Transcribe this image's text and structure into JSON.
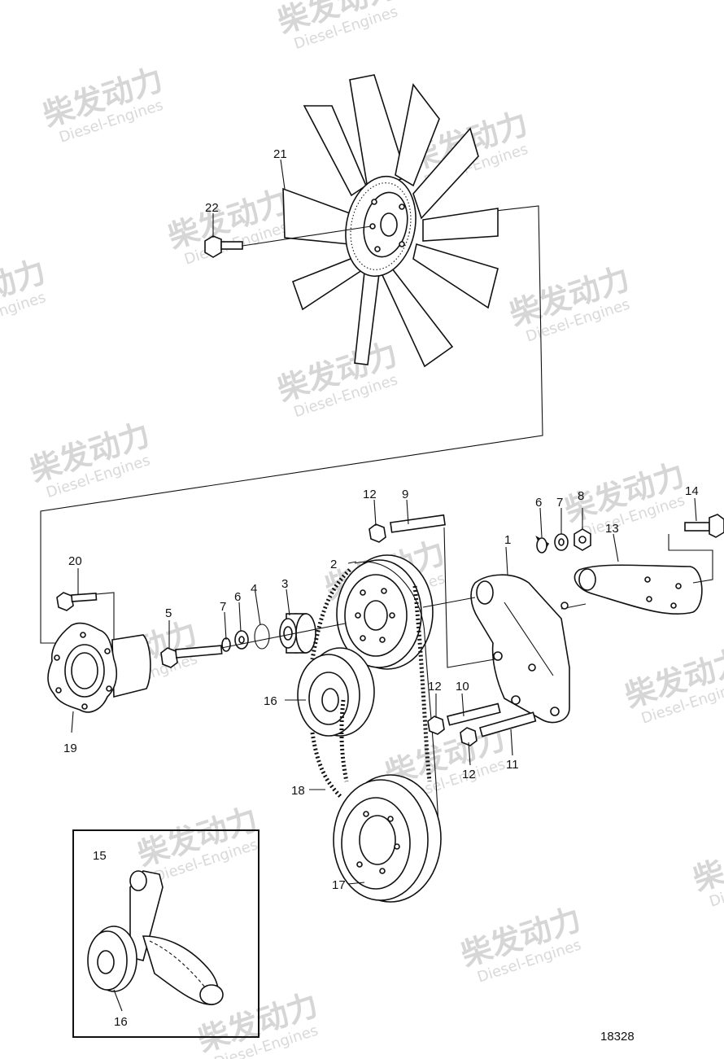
{
  "callouts": {
    "c1": "1",
    "c2": "2",
    "c3": "3",
    "c4": "4",
    "c5": "5",
    "c6a": "6",
    "c6b": "6",
    "c7a": "7",
    "c7b": "7",
    "c8": "8",
    "c9": "9",
    "c10": "10",
    "c11": "11",
    "c12a": "12",
    "c12b": "12",
    "c12c": "12",
    "c13": "13",
    "c14": "14",
    "c15": "15",
    "c16a": "16",
    "c16b": "16",
    "c17": "17",
    "c18": "18",
    "c19": "19",
    "c20": "20",
    "c21": "21",
    "c22": "22"
  },
  "document_number": "18328",
  "watermark": {
    "cn": "柴发动力",
    "en": "Diesel-Engines"
  },
  "colors": {
    "line": "#111111",
    "watermark": "#d6d6d6"
  },
  "icons": [
    "cooling-fan",
    "bolt",
    "pulley",
    "belt",
    "bracket",
    "tensioner",
    "bearing",
    "washer",
    "nut",
    "circlip",
    "hub-flange"
  ]
}
